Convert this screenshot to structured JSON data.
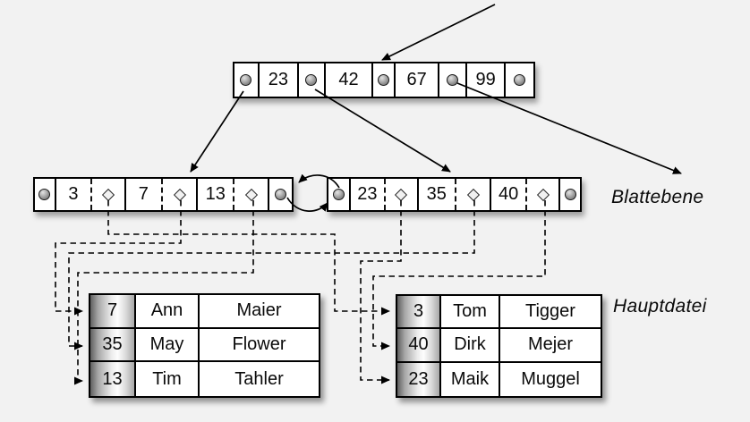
{
  "diagram": {
    "type": "bplus-tree-index",
    "root_node": {
      "keys": [
        "23",
        "42",
        "67",
        "99"
      ]
    },
    "leaf_level": {
      "label": "Blattebene",
      "left_leaf": {
        "keys": [
          "3",
          "7",
          "13"
        ]
      },
      "right_leaf": {
        "keys": [
          "23",
          "35",
          "40"
        ]
      }
    },
    "main_file": {
      "label": "Hauptdatei",
      "left_table": {
        "rows": [
          {
            "key": "7",
            "first_name": "Ann",
            "last_name": "Maier"
          },
          {
            "key": "35",
            "first_name": "May",
            "last_name": "Flower"
          },
          {
            "key": "13",
            "first_name": "Tim",
            "last_name": "Tahler"
          }
        ]
      },
      "right_table": {
        "rows": [
          {
            "key": "3",
            "first_name": "Tom",
            "last_name": "Tigger"
          },
          {
            "key": "40",
            "first_name": "Dirk",
            "last_name": "Mejer"
          },
          {
            "key": "23",
            "first_name": "Maik",
            "last_name": "Muggel"
          }
        ]
      }
    },
    "icons": {
      "node_pointer": "filled-circle",
      "record_pointer": "diamond-outline",
      "link_arrows": "double-curved-arrow"
    },
    "colors": {
      "background": "#f2f2f2",
      "node_fill": "#ffffff",
      "line": "#000000",
      "pointer_circle": "#8d8d8d",
      "key_column_dark": "#5f5f5f",
      "key_column_light": "#fdfdfd"
    }
  }
}
